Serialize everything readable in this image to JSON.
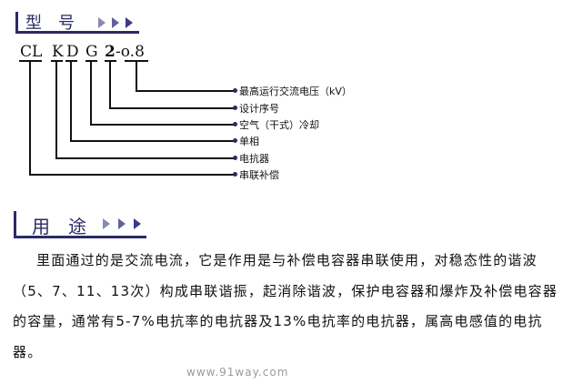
{
  "model_section": {
    "heading": "型　号",
    "code_parts": [
      "CL",
      "K",
      "D",
      "G",
      "2",
      "-o.8"
    ],
    "labels": [
      "最高运行交流电压（kV）",
      "设计序号",
      "空气（干式）冷却",
      "单相",
      "电抗器",
      "串联补偿"
    ]
  },
  "usage_section": {
    "heading": "用　途",
    "paragraph": "里面通过的是交流电流，它是作用是与补偿电容器串联使用，对稳态性的谐波（5、7、11、13次）构成串联谐振，起消除谐波，保护电容器和爆炸及补偿电容器的容量，通常有5-7%电抗率的电抗器及13%电抗率的电抗器，属高电感值的电抗器。"
  },
  "watermark": "www.91way.com",
  "colors": {
    "accent": "#2b2a66"
  }
}
